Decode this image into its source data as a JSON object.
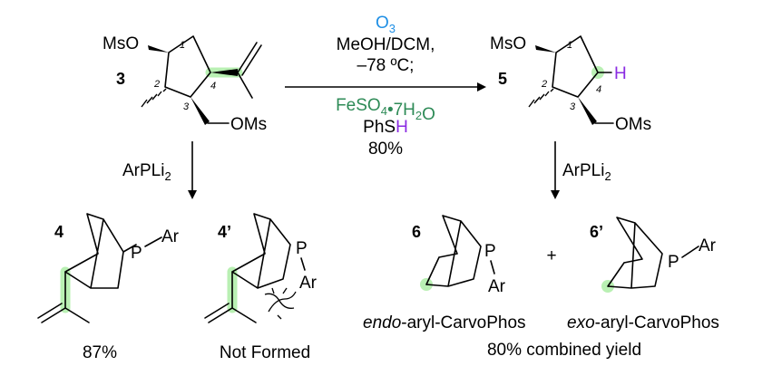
{
  "compounds": {
    "c3": {
      "number": "3",
      "mso": "MsO",
      "oms": "OMs",
      "loc1": "1",
      "loc2": "2",
      "loc3": "3",
      "loc4": "4"
    },
    "c5": {
      "number": "5",
      "mso": "MsO",
      "oms": "OMs",
      "h": "H",
      "loc1": "1",
      "loc2": "2",
      "loc3": "3",
      "loc4": "4"
    },
    "c4": {
      "number": "4",
      "p": "P",
      "ar": "Ar",
      "caption": "87%"
    },
    "c4p": {
      "number": "4’",
      "p": "P",
      "ar": "Ar",
      "caption": "Not Formed"
    },
    "c6": {
      "number": "6",
      "p": "P",
      "ar": "Ar"
    },
    "c6p": {
      "number": "6’",
      "p": "P",
      "ar": "Ar"
    }
  },
  "conditions": {
    "reagent_o3": "O3",
    "solvent": "MeOH/DCM,",
    "temperature": "–78 ºC;",
    "reagent_fe": "FeSO4•7H2O",
    "reagent_phsh_ph": "PhS",
    "reagent_phsh_h": "H",
    "yield": "80%"
  },
  "arrow_reagents": {
    "left": "ArPLi2",
    "right": "ArPLi2"
  },
  "plus": "+",
  "labels": {
    "endo_prefix": "endo",
    "endo_rest": "-aryl-CarvoPhos",
    "exo_prefix": "exo",
    "exo_rest": "-aryl-CarvoPhos",
    "combined_yield": "80% combined yield"
  },
  "colors": {
    "o3": "#1f8fe5",
    "fe": "#2e8b57",
    "h": "#8a2be2",
    "highlight": "#b9f0b3"
  }
}
